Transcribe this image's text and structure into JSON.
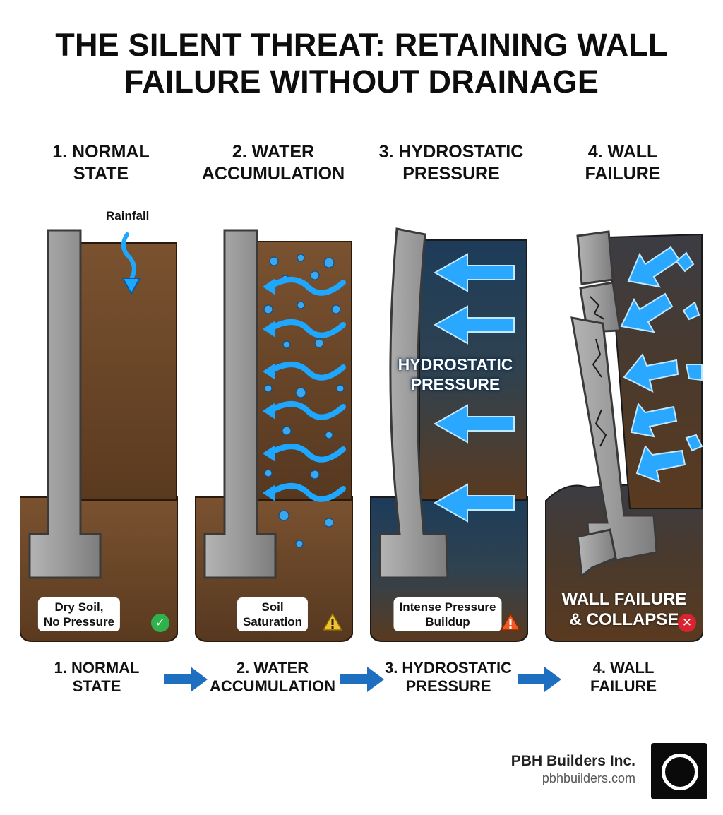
{
  "title": {
    "line1": "THE SILENT THREAT: RETAINING WALL",
    "line2": "FAILURE WITHOUT DRAINAGE"
  },
  "panels": [
    {
      "head1": "1. NORMAL",
      "head2": "STATE",
      "badge1": "Dry Soil,",
      "badge2": "No Pressure",
      "status": "check-icon",
      "status_color": "#2fb24c"
    },
    {
      "head1": "2. WATER",
      "head2": "ACCUMULATION",
      "badge1": "Soil",
      "badge2": "Saturation",
      "status": "warning-icon",
      "status_color": "#f2c12e"
    },
    {
      "head1": "3. HYDROSTATIC",
      "head2": "PRESSURE",
      "badge1": "Intense Pressure",
      "badge2": "Buildup",
      "status": "warning-icon",
      "status_color": "#f05a22"
    },
    {
      "head1": "4. WALL",
      "head2": "FAILURE",
      "badge1": "WALL FAILURE",
      "badge2": "& COLLAPSE",
      "status": "x-icon",
      "status_color": "#d9232e"
    }
  ],
  "rainfall_label": "Rainfall",
  "hydro_label": {
    "line1": "HYDROSTATIC",
    "line2": "PRESSURE"
  },
  "steps": [
    {
      "line1": "1. NORMAL",
      "line2": "STATE"
    },
    {
      "line1": "2. WATER",
      "line2": "ACCUMULATION"
    },
    {
      "line1": "3. HYDROSTATIC",
      "line2": "PRESSURE"
    },
    {
      "line1": "4. WALL",
      "line2": "FAILURE"
    }
  ],
  "brand": {
    "name": "PBH Builders Inc.",
    "url": "pbhbuilders.com"
  },
  "colors": {
    "soil": "#6b4526",
    "soil_dark": "#4a2e18",
    "wall": "#9a9a9a",
    "water_glow": "#1ea7ff",
    "flow_arrow": "#1f6fc0"
  }
}
